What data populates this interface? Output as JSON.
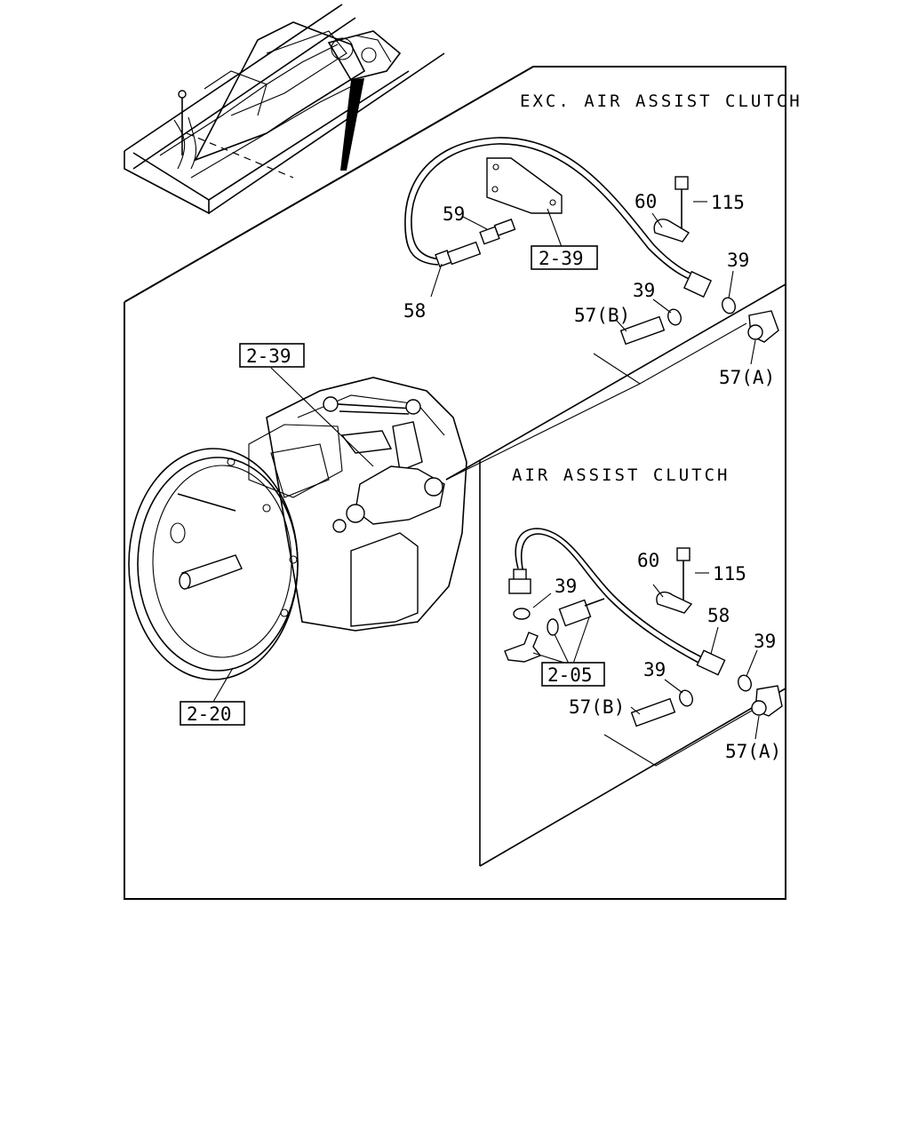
{
  "sections": {
    "exc_air_assist": {
      "heading": "EXC. AIR ASSIST CLUTCH"
    },
    "air_assist": {
      "heading": "AIR ASSIST CLUTCH"
    }
  },
  "references": {
    "ref_239_top": "2-39",
    "ref_239_trans": "2-39",
    "ref_220": "2-20",
    "ref_205": "2-05"
  },
  "callouts_exc": {
    "c59": "59",
    "c60": "60",
    "c115": "115",
    "c39a": "39",
    "c39b": "39",
    "c58": "58",
    "c57b": "57(B)",
    "c57a": "57(A)"
  },
  "callouts_air": {
    "c60": "60",
    "c115": "115",
    "c39a": "39",
    "c58": "58",
    "c39b": "39",
    "c39c": "39",
    "c57b": "57(B)",
    "c57a": "57(A)"
  }
}
